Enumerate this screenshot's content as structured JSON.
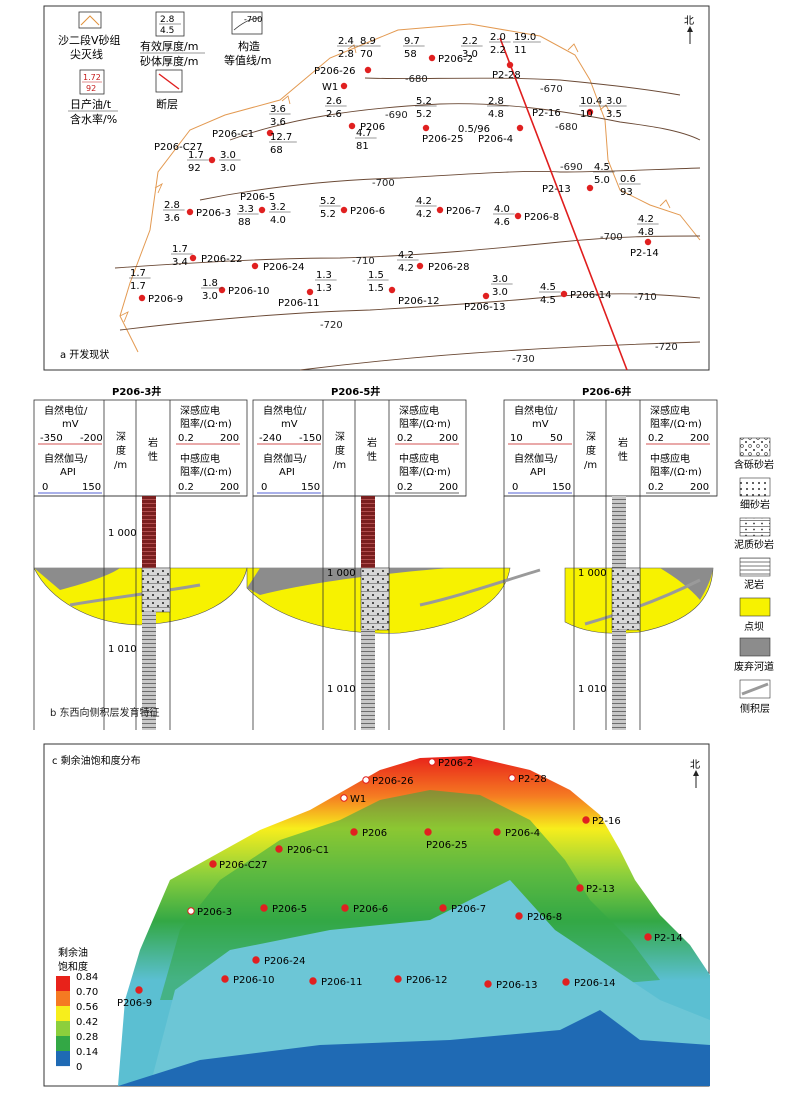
{
  "panel_a": {
    "caption": "a 开发现状",
    "north": "北",
    "legend": {
      "pinchout_line": [
        "沙二段Ⅴ砂组",
        "尖灭线"
      ],
      "thickness_label": [
        "有效厚度/m",
        "砂体厚度/m"
      ],
      "thickness_sample": [
        "2.8",
        "4.5"
      ],
      "contour_label": [
        "构造",
        "等值线/m"
      ],
      "contour_sample": "-700",
      "prod_label": [
        "日产油/t",
        "含水率/%"
      ],
      "prod_sample": [
        "1.72",
        "92"
      ],
      "fault_label": "断层"
    },
    "contours": [
      "-670",
      "-680",
      "-680",
      "-690",
      "-690",
      "-700",
      "-700",
      "-710",
      "-710",
      "-720",
      "-720",
      "-730"
    ],
    "wells": [
      {
        "name": "P206-2",
        "top": "9.7",
        "bottom": "58"
      },
      {
        "name": "P206-26",
        "top": "2.4",
        "bottom": "2.8"
      },
      {
        "name": "W1",
        "top": "",
        "bottom": ""
      },
      {
        "name": "P2-28",
        "top": "2.0",
        "bottom": "2.2"
      },
      {
        "name": "P2-16",
        "top": "10.4",
        "bottom": "10"
      },
      {
        "name": "P206",
        "top": "2.6",
        "bottom": "2.6"
      },
      {
        "name": "P206-25",
        "top": "5.2",
        "bottom": "5.2"
      },
      {
        "name": "P206-4",
        "top": "2.8",
        "bottom": "4.8"
      },
      {
        "name": "P206-C1",
        "top": "3.6",
        "bottom": "3.6"
      },
      {
        "name": "P206-C27",
        "top": "12.7",
        "bottom": "68"
      },
      {
        "name": "P2-13",
        "top": "4.5",
        "bottom": "5.0"
      },
      {
        "name": "P206-5",
        "top": "3.3",
        "bottom": "88"
      },
      {
        "name": "P206-3",
        "top": "2.8",
        "bottom": "3.6"
      },
      {
        "name": "P206-6",
        "top": "5.2",
        "bottom": "5.2"
      },
      {
        "name": "P206-7",
        "top": "4.2",
        "bottom": "4.2"
      },
      {
        "name": "P206-8",
        "top": "4.0",
        "bottom": "4.6"
      },
      {
        "name": "P2-14",
        "top": "4.2",
        "bottom": "4.8"
      },
      {
        "name": "P206-22",
        "top": "1.7",
        "bottom": "3.4"
      },
      {
        "name": "P206-24",
        "top": "",
        "bottom": ""
      },
      {
        "name": "P206-28",
        "top": "4.2",
        "bottom": "4.2"
      },
      {
        "name": "P206-9",
        "top": "1.7",
        "bottom": "1.7"
      },
      {
        "name": "P206-10",
        "top": "1.8",
        "bottom": "3.0"
      },
      {
        "name": "P206-11",
        "top": "1.3",
        "bottom": "1.3"
      },
      {
        "name": "P206-12",
        "top": "1.5",
        "bottom": "1.5"
      },
      {
        "name": "P206-13",
        "top": "3.0",
        "bottom": "3.0"
      },
      {
        "name": "P206-14",
        "top": "4.5",
        "bottom": "4.5"
      }
    ],
    "extra_fractions": [
      {
        "top": "8.9",
        "bottom": "70"
      },
      {
        "top": "2.2",
        "bottom": "3.0"
      },
      {
        "top": "19.0",
        "bottom": "11"
      },
      {
        "top": "3.0",
        "bottom": "3.5"
      },
      {
        "top": "4.7",
        "bottom": "81"
      },
      {
        "top": "1.7",
        "bottom": "92"
      },
      {
        "top": "3.0",
        "bottom": "3.0"
      },
      {
        "top": "3.2",
        "bottom": "4.0"
      },
      {
        "top": "0.6",
        "bottom": "93"
      }
    ],
    "inline_label": "0.5/96"
  },
  "panel_b": {
    "caption": "b 东西向侧积层发育特征",
    "wells": [
      {
        "title": "P206-3井",
        "sp_label": [
          "自然电位/",
          "mV"
        ],
        "sp_range": [
          "-350",
          "-200"
        ],
        "gr_label": [
          "自然伽马/",
          "API"
        ],
        "gr_range": [
          "0",
          "150"
        ],
        "depth_label": [
          "深",
          "度",
          "/m"
        ],
        "lith_label": [
          "岩",
          "性"
        ],
        "deep_label": [
          "深感应电",
          "阻率/(Ω·m)"
        ],
        "deep_range": [
          "0.2",
          "200"
        ],
        "mid_label": [
          "中感应电",
          "阻率/(Ω·m)"
        ],
        "mid_range": [
          "0.2",
          "200"
        ],
        "depth_ticks": [
          "1 000",
          "1 010"
        ]
      },
      {
        "title": "P206-5井",
        "sp_label": [
          "自然电位/",
          "mV"
        ],
        "sp_range": [
          "-240",
          "-150"
        ],
        "gr_label": [
          "自然伽马/",
          "API"
        ],
        "gr_range": [
          "0",
          "150"
        ],
        "depth_label": [
          "深",
          "度",
          "/m"
        ],
        "lith_label": [
          "岩",
          "性"
        ],
        "deep_label": [
          "深感应电",
          "阻率/(Ω·m)"
        ],
        "deep_range": [
          "0.2",
          "200"
        ],
        "mid_label": [
          "中感应电",
          "阻率/(Ω·m)"
        ],
        "mid_range": [
          "0.2",
          "200"
        ],
        "depth_ticks": [
          "1 000",
          "1 010"
        ]
      },
      {
        "title": "P206-6井",
        "sp_label": [
          "自然电位/",
          "mV"
        ],
        "sp_range": [
          "10",
          "50"
        ],
        "gr_label": [
          "自然伽马/",
          "API"
        ],
        "gr_range": [
          "0",
          "150"
        ],
        "depth_label": [
          "深",
          "度",
          "/m"
        ],
        "lith_label": [
          "岩",
          "性"
        ],
        "deep_label": [
          "深感应电",
          "阻率/(Ω·m)"
        ],
        "deep_range": [
          "0.2",
          "200"
        ],
        "mid_label": [
          "中感应电",
          "阻率/(Ω·m)"
        ],
        "mid_range": [
          "0.2",
          "200"
        ],
        "depth_ticks": [
          "1 000",
          "1 010"
        ]
      }
    ],
    "legend": [
      "含砾砂岩",
      "细砂岩",
      "泥质砂岩",
      "泥岩",
      "点坝",
      "废弃河道",
      "侧积层"
    ],
    "colors": {
      "point_bar": "#f7f200",
      "abandoned": "#8c8c8c",
      "mudstone_red": "#7a1f1f"
    }
  },
  "panel_c": {
    "caption": "c 剩余油饱和度分布",
    "north": "北",
    "legend_title": [
      "剩余油",
      "饱和度"
    ],
    "legend_values": [
      "0.84",
      "0.70",
      "0.56",
      "0.42",
      "0.28",
      "0.14",
      "0"
    ],
    "legend_colors": [
      "#e8221a",
      "#f57a22",
      "#f7ee1c",
      "#8ccf3c",
      "#33a845",
      "#5bbfd2",
      "#1f6ab4"
    ],
    "wells": [
      "P206-2",
      "P206-26",
      "P2-28",
      "W1",
      "P2-16",
      "P206",
      "P206-25",
      "P206-4",
      "P206-C1",
      "P206-C27",
      "P2-13",
      "P206-3",
      "P206-5",
      "P206-6",
      "P206-7",
      "P206-8",
      "P2-14",
      "P206-24",
      "P206-10",
      "P206-11",
      "P206-12",
      "P206-13",
      "P206-14",
      "P206-9"
    ]
  }
}
